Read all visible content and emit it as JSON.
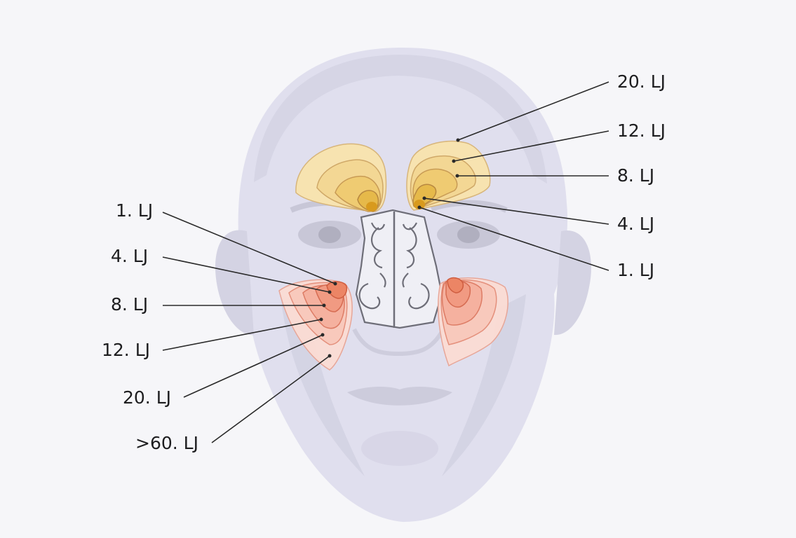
{
  "labels": {
    "right": {
      "age_20": "20. LJ",
      "age_12": "12. LJ",
      "age_8": "8. LJ",
      "age_4": "4. LJ",
      "age_1": "1. LJ"
    },
    "left": {
      "age_1": "1. LJ",
      "age_4": "4. LJ",
      "age_8": "8. LJ",
      "age_12": "12. LJ",
      "age_20": "20. LJ",
      "age_60": ">60. LJ"
    }
  },
  "colors": {
    "background": "#f7f7f9",
    "head": "#dcdbe9",
    "frontal_sinus": "#f2d77e",
    "maxillary_sinus": "#f09a80",
    "nasal_outline": "#6e6e78",
    "leader_line": "#2a2a2a"
  }
}
